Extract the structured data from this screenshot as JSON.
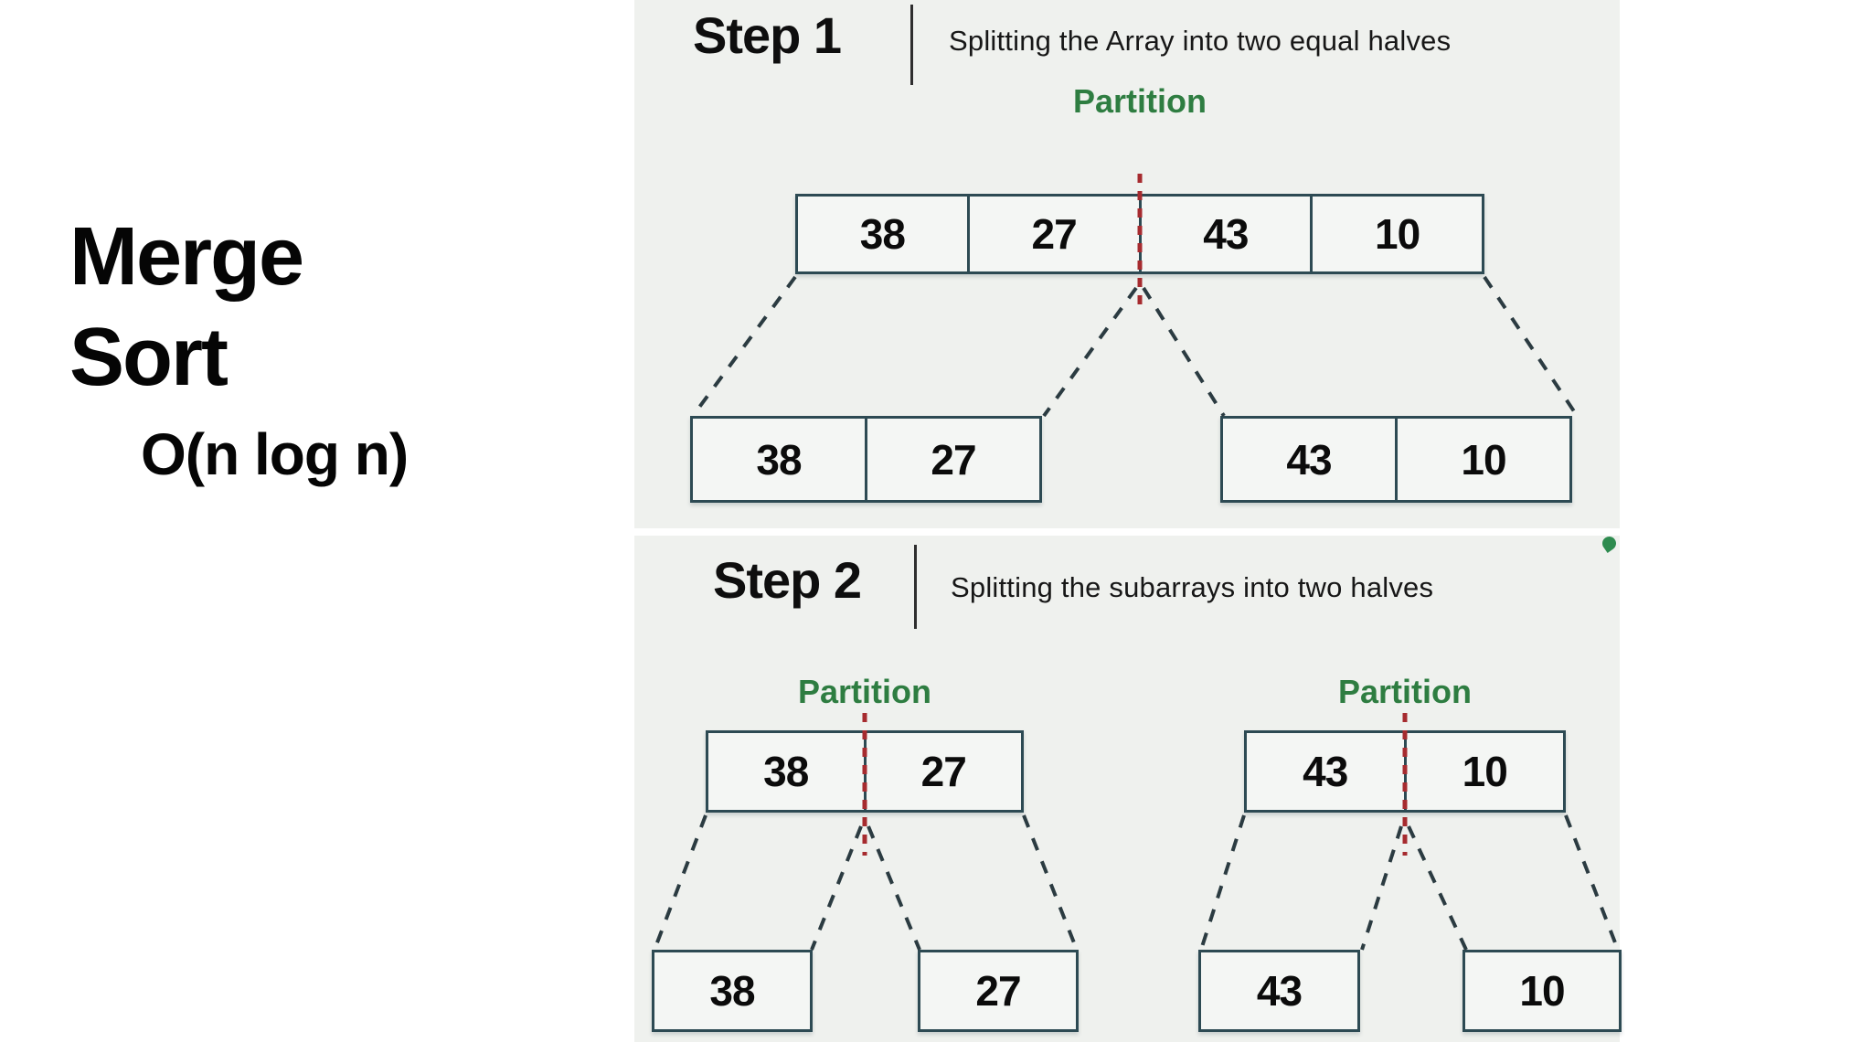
{
  "title": {
    "line1": "Merge",
    "line2": "Sort",
    "complexity": "O(n log n)"
  },
  "steps": [
    {
      "label": "Step 1",
      "description": "Splitting the Array into two equal halves",
      "partition_label": "Partition",
      "array": [
        "38",
        "27",
        "43",
        "10"
      ],
      "left_subarray": [
        "38",
        "27"
      ],
      "right_subarray": [
        "43",
        "10"
      ]
    },
    {
      "label": "Step 2",
      "description": "Splitting the subarrays into two halves",
      "partition_label_left": "Partition",
      "partition_label_right": "Partition",
      "left_array": [
        "38",
        "27"
      ],
      "right_array": [
        "43",
        "10"
      ],
      "leaves": [
        "38",
        "27",
        "43",
        "10"
      ]
    }
  ],
  "colors": {
    "panel_background": "#eff1ee",
    "box_border": "#2d4a53",
    "box_fill": "#f4f6f4",
    "partition_green": "#2e7d41",
    "partition_line_red": "#a62b2f",
    "connector_dark": "#2b3b41",
    "text_black": "#0e0e0e",
    "leaf_accent_green": "#2e8b4f"
  }
}
